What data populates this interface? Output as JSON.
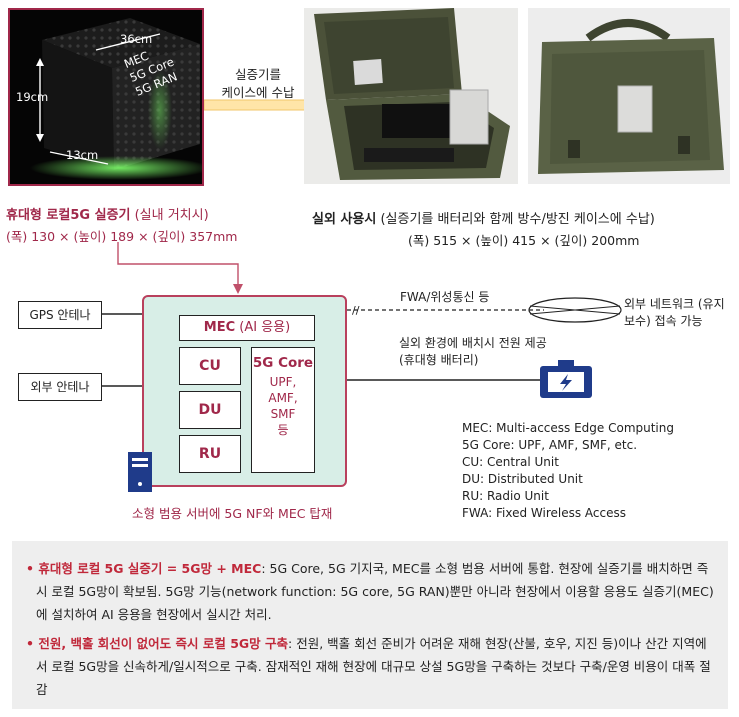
{
  "photos": {
    "device": {
      "dim_width": "36cm",
      "dim_height": "19cm",
      "dim_depth": "13cm",
      "labels": [
        "MEC",
        "5G Core",
        "5G RAN"
      ]
    },
    "arrow_label": [
      "실증기를",
      "케이스에 수납"
    ]
  },
  "captions": {
    "indoor_title": "휴대형 로컬5G 실증기",
    "indoor_suffix": " (실내 거치시)",
    "indoor_dims": "(폭) 130 × (높이) 189 × (깊이) 357mm",
    "outdoor_title": "실외 사용시",
    "outdoor_suffix": " (실증기를 배터리와 함께 방수/방진 케이스에 수납)",
    "outdoor_dims": "(폭) 515 × (높이) 415 × (깊이) 200mm"
  },
  "diagram": {
    "gps_antenna": "GPS 안테나",
    "ext_antenna": "외부 안테나",
    "mec_label": "MEC",
    "mec_sub": " (AI 응용)",
    "cu": "CU",
    "du": "DU",
    "ru": "RU",
    "core_title": "5G Core",
    "core_items": [
      "UPF,",
      "AMF,",
      "SMF",
      "등"
    ],
    "server_caption": "소형 범용 서버에 5G NF와 MEC 탑재",
    "fwa_label": "FWA/위성통신 등",
    "ext_network": [
      "외부 네트워크 (유지",
      "보수) 접속 가능"
    ],
    "power_label": [
      "실외 환경에 배치시 전원 제공",
      "(휴대형 배터리)"
    ]
  },
  "legend": [
    "MEC: Multi-access Edge Computing",
    "5G Core: UPF, AMF, SMF, etc.",
    "CU: Central Unit",
    "DU: Distributed Unit",
    "RU: Radio Unit",
    "FWA: Fixed Wireless Access"
  ],
  "bullets": [
    {
      "highlight": "휴대형 로컬 5G 실증기 = 5G망 + MEC",
      "text": ": 5G Core, 5G 기지국, MEC를 소형 범용 서버에 통합. 현장에 실증기를 배치하면 즉시 로컬 5G망이 확보됨. 5G망 기능(network function: 5G core, 5G RAN)뿐만 아니라 현장에서 이용할 응용도 실증기(MEC)에 설치하여 AI 응용을 현장에서 실시간 처리."
    },
    {
      "highlight": "전원, 백홀 회선이 없어도 즉시 로컬 5G망 구축",
      "text": ": 전원, 백홀 회선 준비가 어려운 재해 현장(산불, 호우, 지진 등)이나 산간 지역에서 로컬 5G망을 신속하게/일시적으로 구축. 잠재적인 재해 현장에 대규모 상설 5G망을 구축하는 것보다 구축/운영 비용이 대폭 절감"
    }
  ]
}
